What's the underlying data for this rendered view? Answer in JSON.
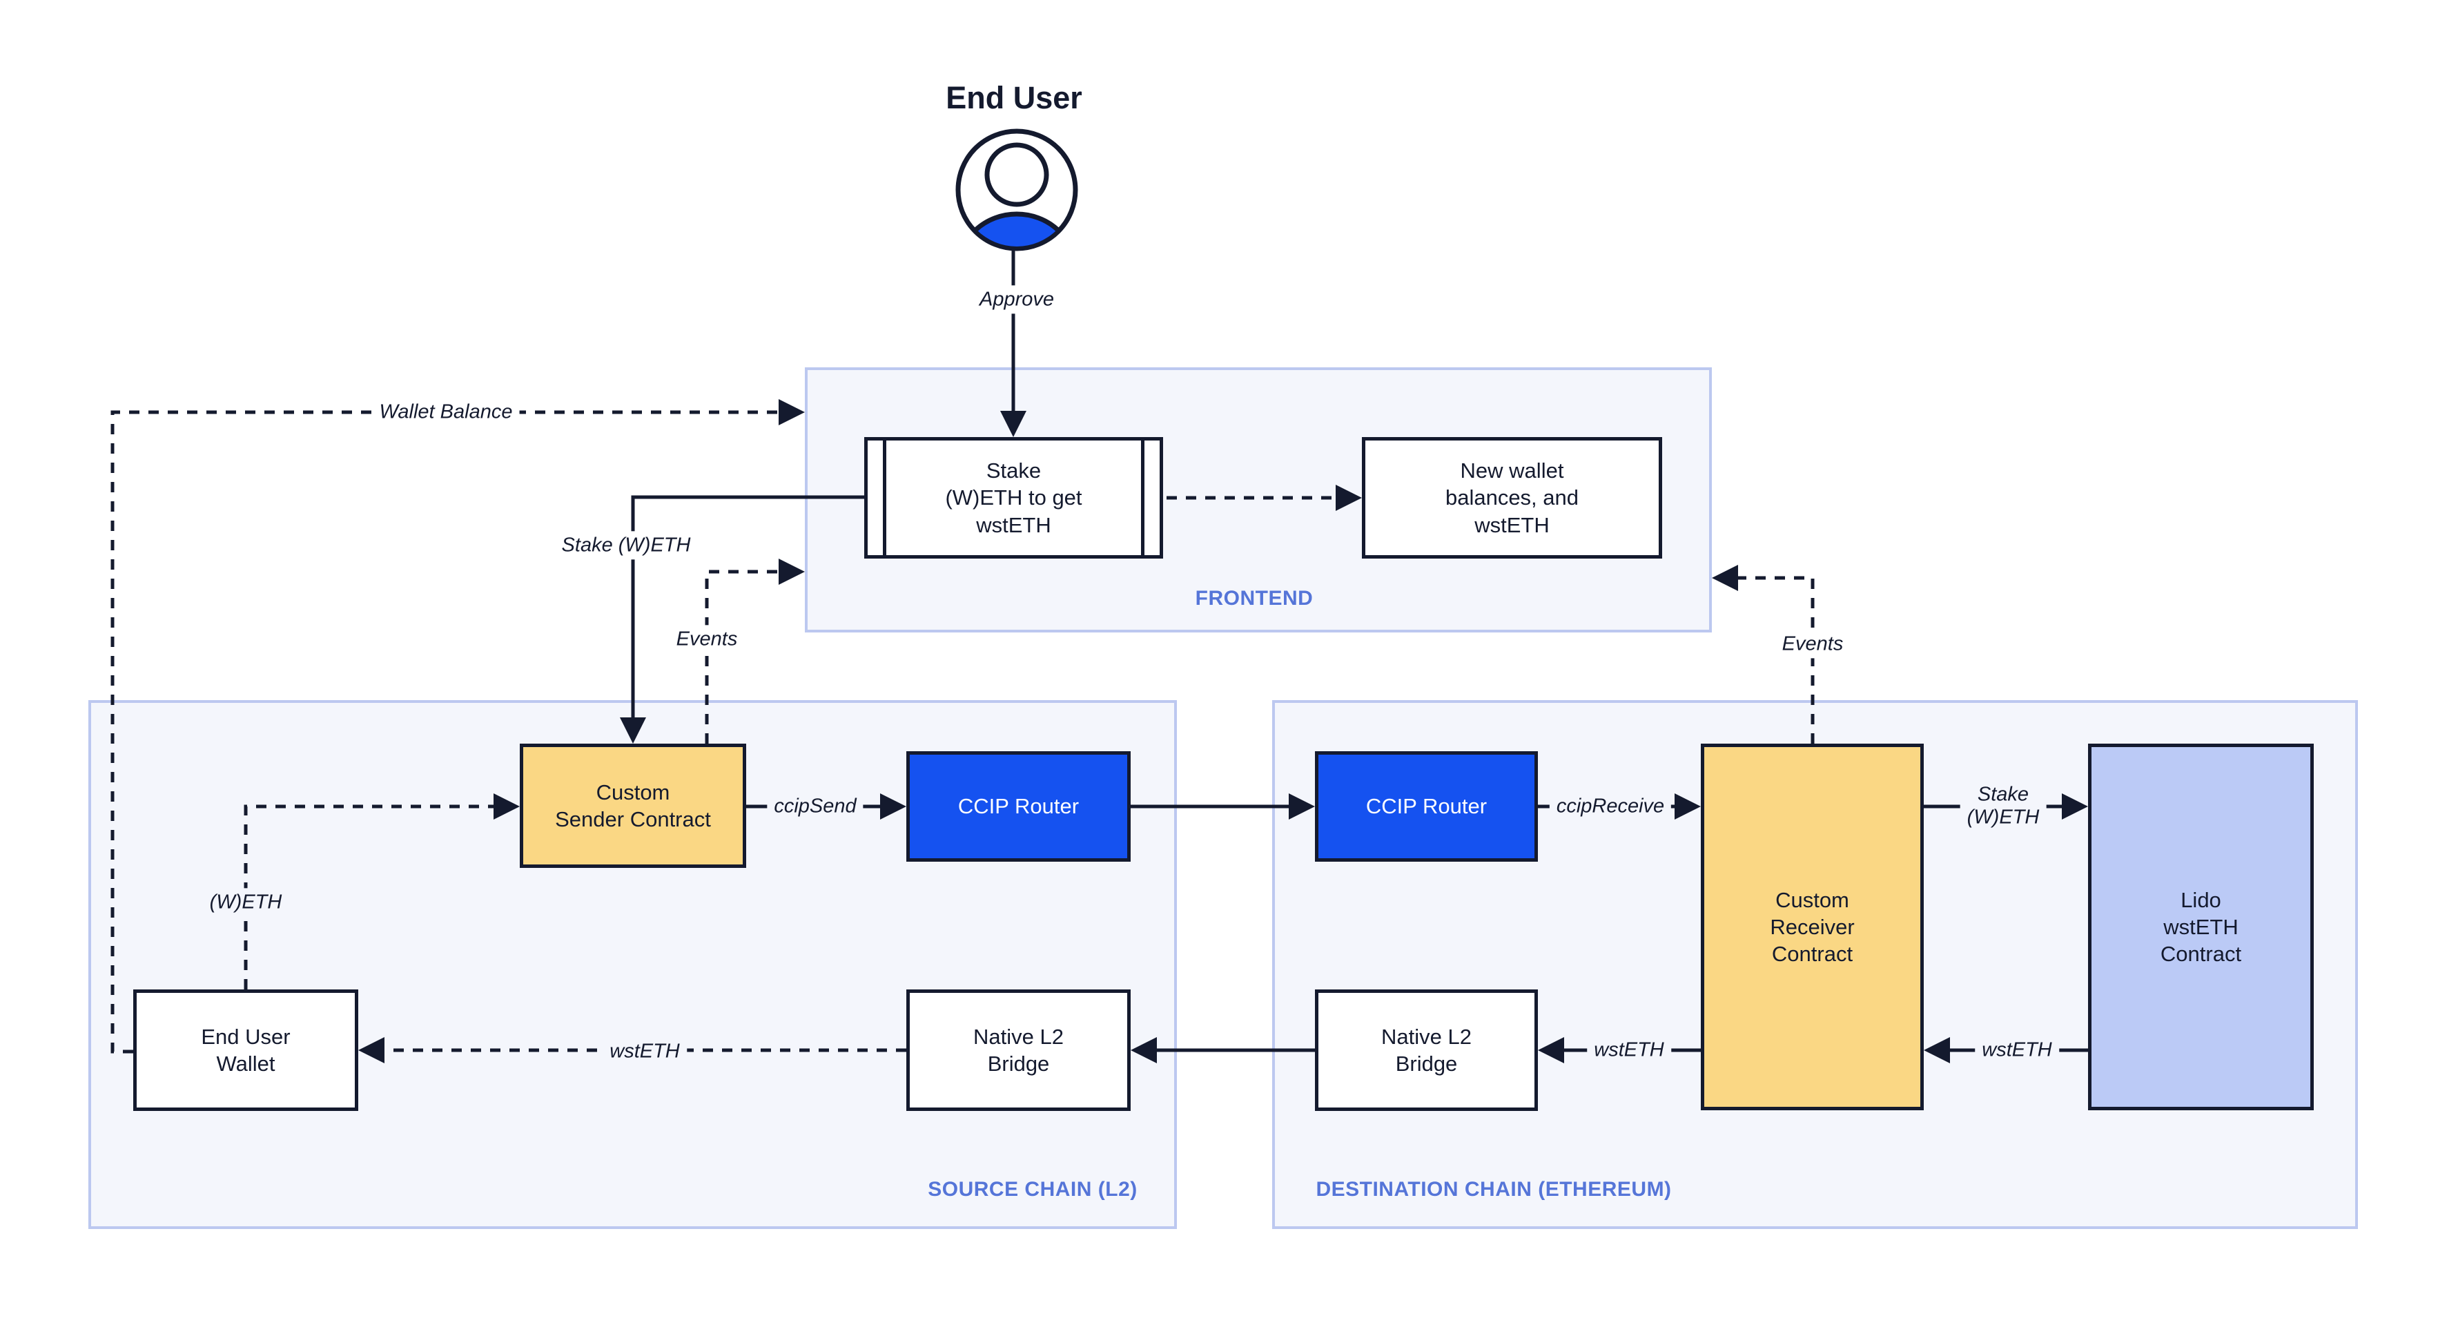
{
  "diagram": {
    "title": "End User",
    "frontend": {
      "label": "FRONTEND",
      "stake_box": "Stake\n(W)ETH to get\nwstETH",
      "new_wallet_box": "New wallet\nbalances, and\nwstETH"
    },
    "source_chain": {
      "label": "SOURCE CHAIN (L2)",
      "custom_sender": "Custom\nSender Contract",
      "ccip_router": "CCIP Router",
      "end_user_wallet": "End User\nWallet",
      "native_l2_bridge": "Native L2\nBridge"
    },
    "destination_chain": {
      "label": "DESTINATION CHAIN (ETHEREUM)",
      "ccip_router": "CCIP Router",
      "custom_receiver": "Custom\nReceiver\nContract",
      "lido_contract": "Lido\nwstETH\nContract",
      "native_l2_bridge": "Native L2\nBridge"
    },
    "edge_labels": {
      "approve": "Approve",
      "wallet_balance": "Wallet Balance",
      "stake_weth": "Stake (W)ETH",
      "events_left": "Events",
      "events_right": "Events",
      "weth": "(W)ETH",
      "ccip_send": "ccipSend",
      "wsteth_source": "wstETH",
      "ccip_receive": "ccipReceive",
      "stake_weth_dest": "Stake\n(W)ETH",
      "wsteth_to_receiver": "wstETH",
      "wsteth_to_bridge": "wstETH"
    },
    "colors": {
      "ink": "#141a2e",
      "accent_blue": "#1552f0",
      "node_yellow": "#fad784",
      "node_periwinkle": "#bbcaf6",
      "container_fill": "#f4f6fc",
      "container_border": "#bcc8f0",
      "label_blue": "#5575d8",
      "page_bg": "#ffffff"
    }
  }
}
